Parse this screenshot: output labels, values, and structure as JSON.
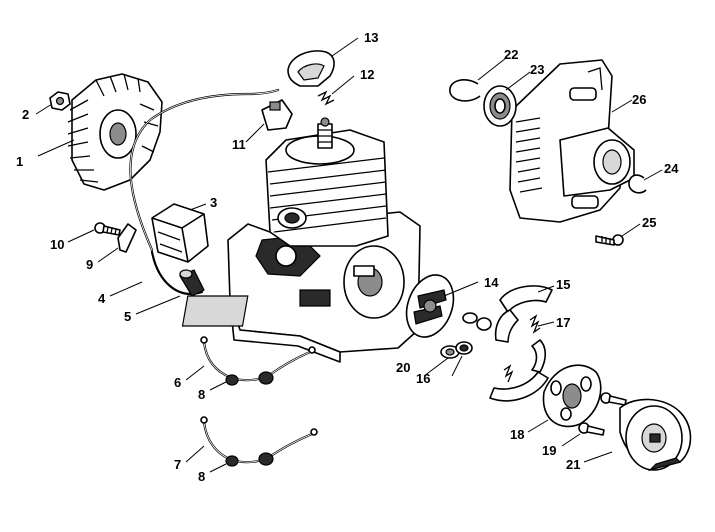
{
  "callouts": [
    {
      "id": "1",
      "label": "1"
    },
    {
      "id": "2",
      "label": "2"
    },
    {
      "id": "3",
      "label": "3"
    },
    {
      "id": "4",
      "label": "4"
    },
    {
      "id": "5",
      "label": "5"
    },
    {
      "id": "6",
      "label": "6"
    },
    {
      "id": "7",
      "label": "7"
    },
    {
      "id": "8a",
      "label": "8"
    },
    {
      "id": "8b",
      "label": "8"
    },
    {
      "id": "9",
      "label": "9"
    },
    {
      "id": "10",
      "label": "10"
    },
    {
      "id": "11",
      "label": "11"
    },
    {
      "id": "12",
      "label": "12"
    },
    {
      "id": "13",
      "label": "13"
    },
    {
      "id": "14",
      "label": "14"
    },
    {
      "id": "15",
      "label": "15"
    },
    {
      "id": "16",
      "label": "16"
    },
    {
      "id": "17",
      "label": "17"
    },
    {
      "id": "18",
      "label": "18"
    },
    {
      "id": "19",
      "label": "19"
    },
    {
      "id": "20",
      "label": "20"
    },
    {
      "id": "21",
      "label": "21"
    },
    {
      "id": "22",
      "label": "22"
    },
    {
      "id": "23",
      "label": "23"
    },
    {
      "id": "24",
      "label": "24"
    },
    {
      "id": "25",
      "label": "25"
    },
    {
      "id": "26",
      "label": "26"
    }
  ]
}
